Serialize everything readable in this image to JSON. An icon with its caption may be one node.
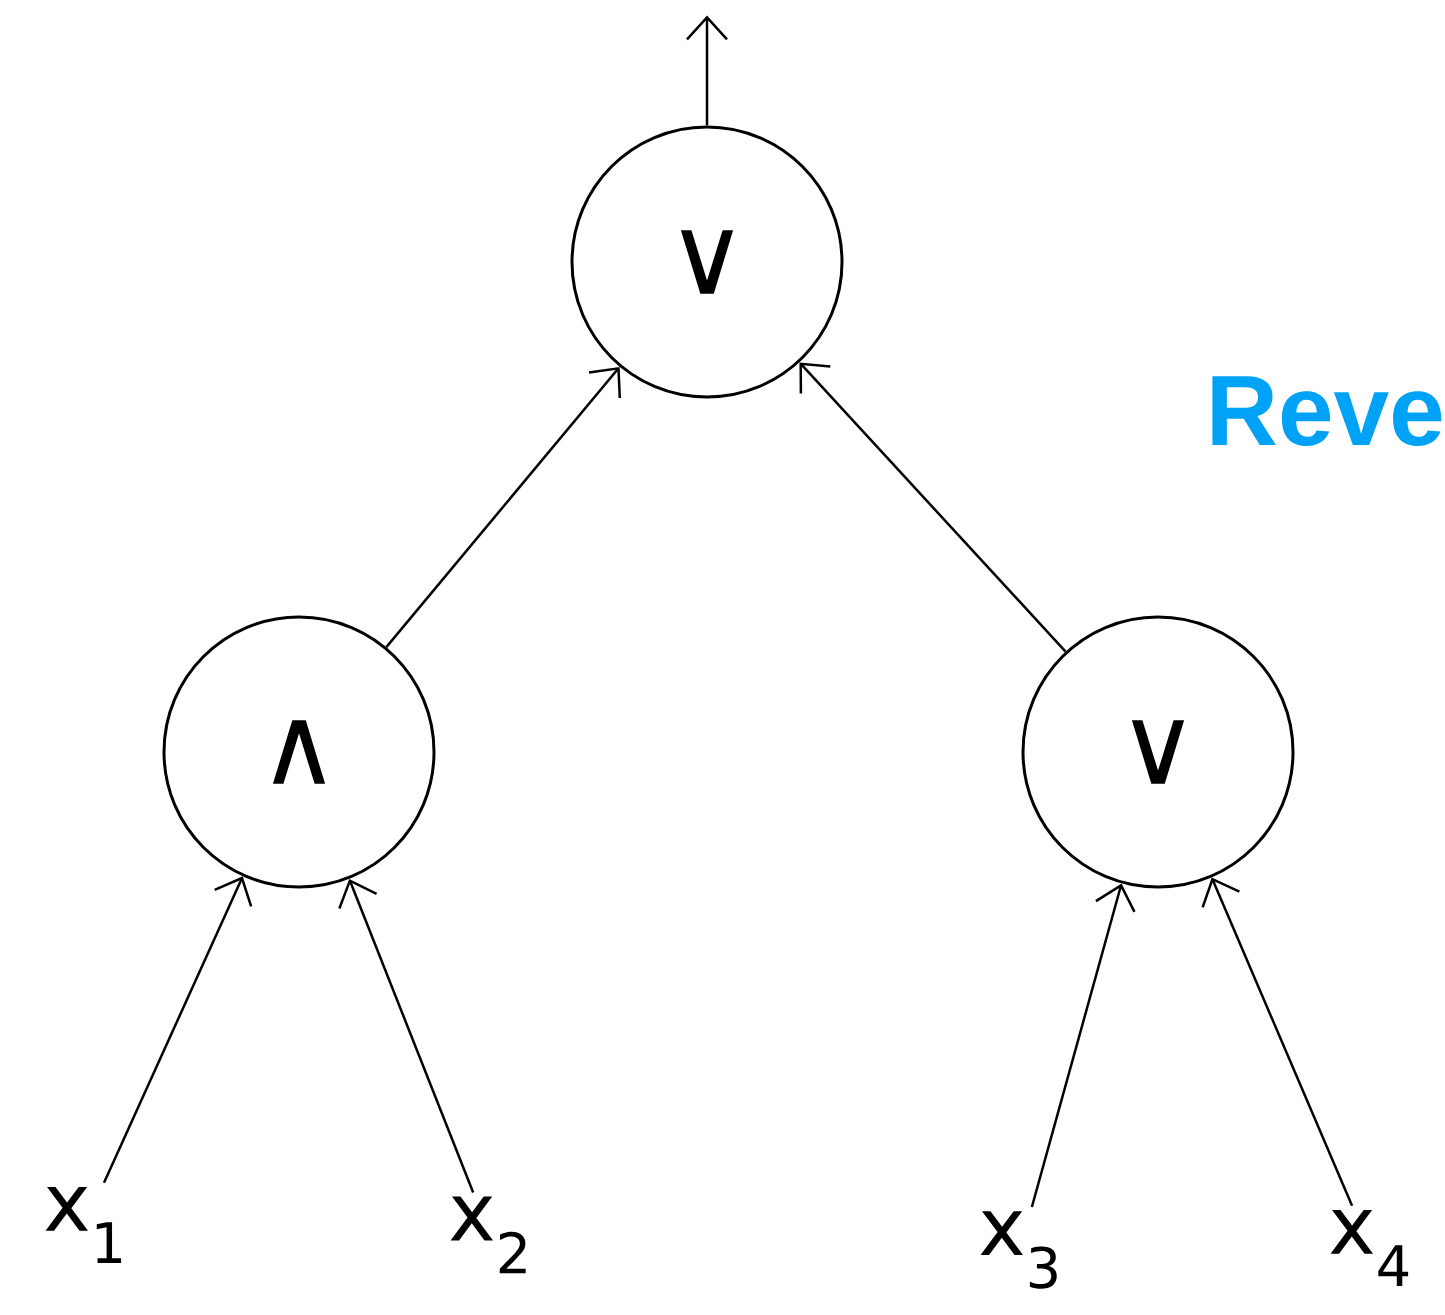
{
  "diagram": {
    "nodes": [
      {
        "text": [
          "∨"
        ]
      },
      {
        "text": [
          "∧"
        ]
      },
      {
        "text": [
          "∨"
        ]
      },
      {
        "text": [
          "x$_{1}$"
        ]
      },
      {
        "text": [
          "x$_{2}$"
        ]
      },
      {
        "text": [
          "x$_{3}$"
        ]
      },
      {
        "text": [
          "x$_{4}$"
        ]
      }
    ],
    "edges": [
      {
        "from": 0,
        "to": null,
        "arrow": "to"
      },
      {
        "from": 1,
        "to": 0,
        "arrow": "to"
      },
      {
        "from": 2,
        "to": 0,
        "arrow": "to"
      },
      {
        "from": 3,
        "to": 1,
        "arrow": "to"
      },
      {
        "from": 4,
        "to": 1,
        "arrow": "to"
      },
      {
        "from": 5,
        "to": 2,
        "arrow": "to"
      },
      {
        "from": 6,
        "to": 2,
        "arrow": "to"
      }
    ],
    "labels": [
      "Reve"
    ]
  }
}
